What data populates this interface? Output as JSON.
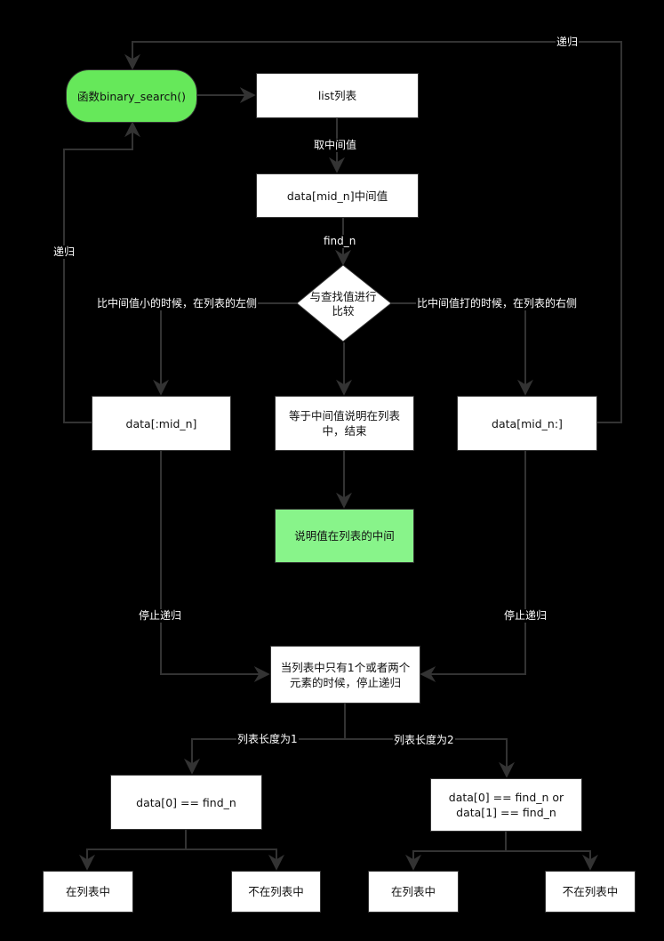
{
  "nodes": {
    "start": "函数binary_search()",
    "list": "list列表",
    "mid_value": "data[mid_n]中间值",
    "decision_line1": "与查找值进行",
    "decision_line2": "比较",
    "left_slice": "data[:mid_n]",
    "equal": "等于中间值说明在列表中，结束",
    "right_slice": "data[mid_n:]",
    "found_middle": "说明值在列表的中间",
    "stop_condition": "当列表中只有1个或者两个元素的时候，停止递归",
    "check_one": "data[0] == find_n",
    "check_two": "data[0] == find_n or data[1] == find_n",
    "in_list_a": "在列表中",
    "not_in_list_a": "不在列表中",
    "in_list_b": "在列表中",
    "not_in_list_b": "不在列表中"
  },
  "edge_labels": {
    "take_mid": "取中间值",
    "find_n": "find_n",
    "smaller": "比中间值小的时候，在列表的左侧",
    "larger": "比中间值打的时候，在列表的右侧",
    "recurse_left": "递归",
    "recurse_right": "递归",
    "stop_left": "停止递归",
    "stop_right": "停止递归",
    "len_one": "列表长度为1",
    "len_two": "列表长度为2"
  },
  "colors": {
    "background": "#000000",
    "line": "#333333",
    "start_fill": "#66e85a",
    "result_fill": "#88f48a"
  }
}
